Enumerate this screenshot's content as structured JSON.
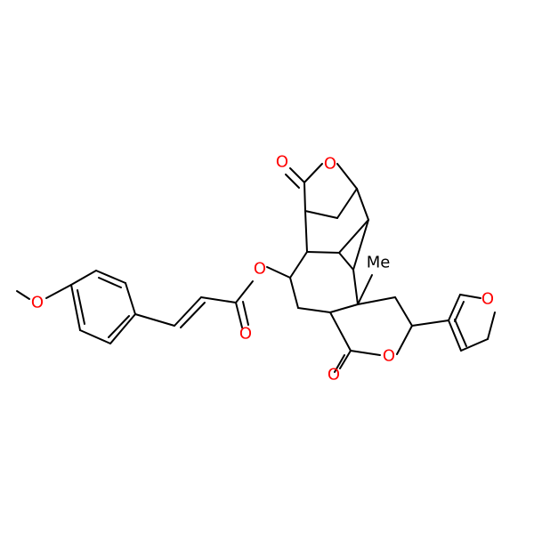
{
  "molecule": {
    "colors": {
      "bond": "#000000",
      "oxygen": "#ff0000",
      "carbon_label": "#000000"
    },
    "atom_labels": {
      "o_lactone_bridge": "O",
      "o_lactone_bridge_carbonyl": "O",
      "o_ester_link": "O",
      "o_cinnamate_carbonyl": "O",
      "o_methoxy": "O",
      "o_furan": "O",
      "o_lactone_ring": "O",
      "o_lactone_ring_carbonyl": "O",
      "methyl_label": "Me"
    }
  }
}
